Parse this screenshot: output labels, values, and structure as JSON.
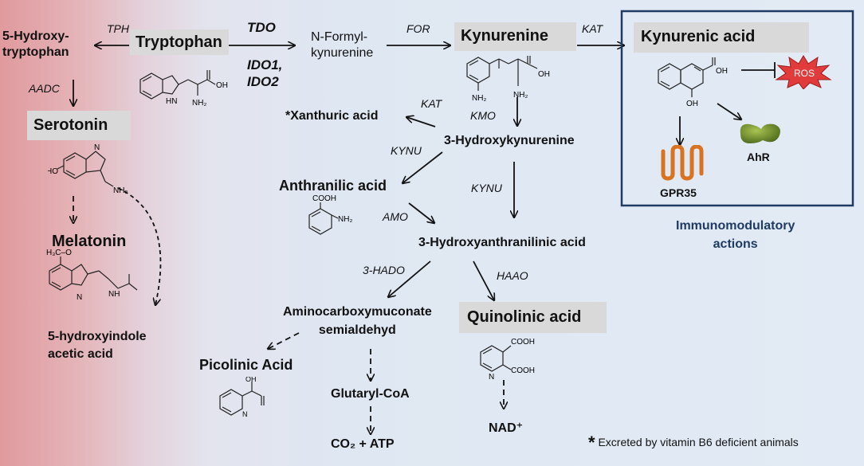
{
  "enzymes": {
    "tph": "TPH",
    "aadc": "AADC",
    "tdo": "TDO",
    "ido": "IDO1,\nIDO2",
    "for": "FOR",
    "kat_kyn": "KAT",
    "kat_xan": "KAT",
    "kmo": "KMO",
    "kynu1": "KYNU",
    "kynu2": "KYNU",
    "amo": "AMO",
    "hado": "3-HADO",
    "haao": "HAAO"
  },
  "compounds": {
    "hydroxytryptophan": "5-Hydroxy-\ntryptophan",
    "tryptophan": "Tryptophan",
    "serotonin": "Serotonin",
    "melatonin": "Melatonin",
    "hiaa": "5-hydroxyindole\nacetic acid",
    "nformyl": "N-Formyl-\nkynurenine",
    "kynurenine": "Kynurenine",
    "kynurenic": "Kynurenic acid",
    "xanthuric": "*Xanthuric acid",
    "hydroxykynurenine": "3-Hydroxykynurenine",
    "anthranilic": "Anthranilic acid",
    "haa": "3-Hydroxyanthranilinic acid",
    "acms": "Aminocarboxymuconate\nsemialdehyd",
    "quinolinic": "Quinolinic acid",
    "picolinic": "Picolinic Acid",
    "glutaryl": "Glutaryl-CoA",
    "co2": "CO₂ + ATP",
    "nad": "NAD⁺"
  },
  "targets": {
    "ros": "ROS",
    "gpr35": "GPR35",
    "ahr": "AhR"
  },
  "immuno_caption": "Immunomodulatory\nactions",
  "footnote": {
    "symbol": "*",
    "text": "Excreted by vitamin B6 deficient animals"
  },
  "structure_labels": {
    "trp_oh": "OH",
    "trp_nh2": "NH₂",
    "trp_hn": "HN",
    "kyn_nh2a": "NH₂",
    "kyn_nh2b": "NH₂",
    "kyn_oh": "OH",
    "kyna_oh1": "OH",
    "kyna_oh2": "OH",
    "ser_n": "N",
    "ser_ho": "HO",
    "ser_nh2": "NH₂",
    "mel_h3co": "H₃C–O",
    "mel_n": "N",
    "mel_nh": "NH",
    "ant_cooh": "COOH",
    "ant_nh2": "NH₂",
    "quin_cooh1": "COOH",
    "quin_cooh2": "COOH",
    "quin_n": "N",
    "pic_n": "N",
    "pic_oh": "OH"
  },
  "colors": {
    "box_gray": "#d9d9d9",
    "panel_border": "#1f3a63",
    "immuno_text": "#1f3a63",
    "ros_fill": "#e23b3b",
    "gpr35_fill": "#e0822a",
    "ahr_fill": "#6b8a2c"
  }
}
